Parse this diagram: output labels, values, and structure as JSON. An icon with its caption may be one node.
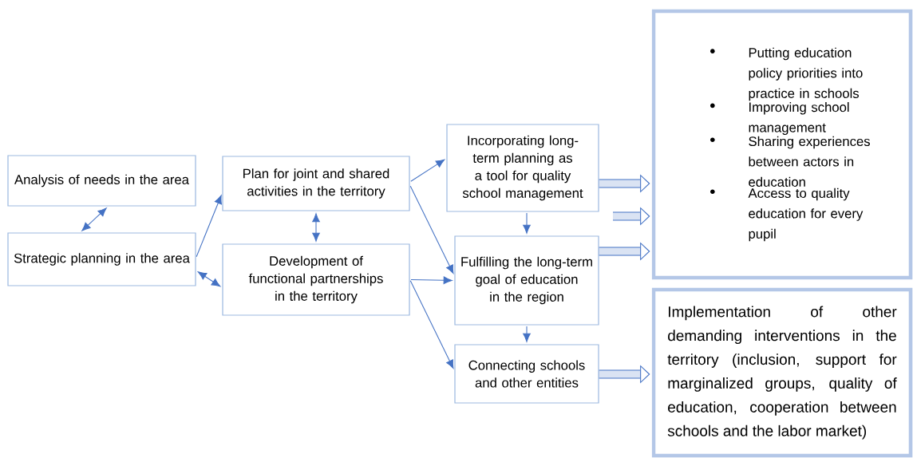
{
  "diagram": {
    "nodes": [
      {
        "text": [
          "Analysis of needs in the area"
        ]
      },
      {
        "text": [
          "Strategic planning in the area"
        ]
      },
      {
        "text": [
          "Plan for joint and shared activities in the territory"
        ]
      },
      {
        "text": [
          "Development of functional partnerships in the territory"
        ]
      },
      {
        "text": [
          "Incorporating long-term planning as a tool for quality school management"
        ]
      },
      {
        "text": [
          "Fulfilling the long-term goal of education in the region"
        ]
      },
      {
        "text": [
          "Connecting schools and other entities"
        ]
      },
      {
        "text": [
          "Putting education policy priorities into practice in schools",
          "Improving school management",
          "Sharing experiences between actors in education",
          "Access to quality education for every pupil"
        ]
      },
      {
        "text": [
          "Implementation of other demanding interventions in the territory (inclusion, support for marginalized groups, quality of education, cooperation between schools and the labor market)"
        ]
      }
    ],
    "edges": [
      {
        "from": 0,
        "to": 1,
        "arrow": "both"
      },
      {
        "from": 1,
        "to": 2,
        "arrow": "to"
      },
      {
        "from": 1,
        "to": 3,
        "arrow": "both"
      },
      {
        "from": 2,
        "to": 3,
        "arrow": "both"
      },
      {
        "from": 2,
        "to": 4,
        "arrow": "to"
      },
      {
        "from": 2,
        "to": 5,
        "arrow": "to"
      },
      {
        "from": 3,
        "to": 5,
        "arrow": "to"
      },
      {
        "from": 3,
        "to": 6,
        "arrow": "to"
      },
      {
        "from": 4,
        "to": 5,
        "arrow": "to"
      },
      {
        "from": 5,
        "to": 6,
        "arrow": "to"
      },
      {
        "from": 4,
        "to": 7,
        "arrow": "to",
        "style": "thick"
      },
      {
        "from": null,
        "to": 7,
        "arrow": "to",
        "style": "thick"
      },
      {
        "from": 5,
        "to": 7,
        "arrow": "to",
        "style": "thick"
      },
      {
        "from": 6,
        "to": 8,
        "arrow": "to",
        "style": "thick"
      }
    ]
  }
}
